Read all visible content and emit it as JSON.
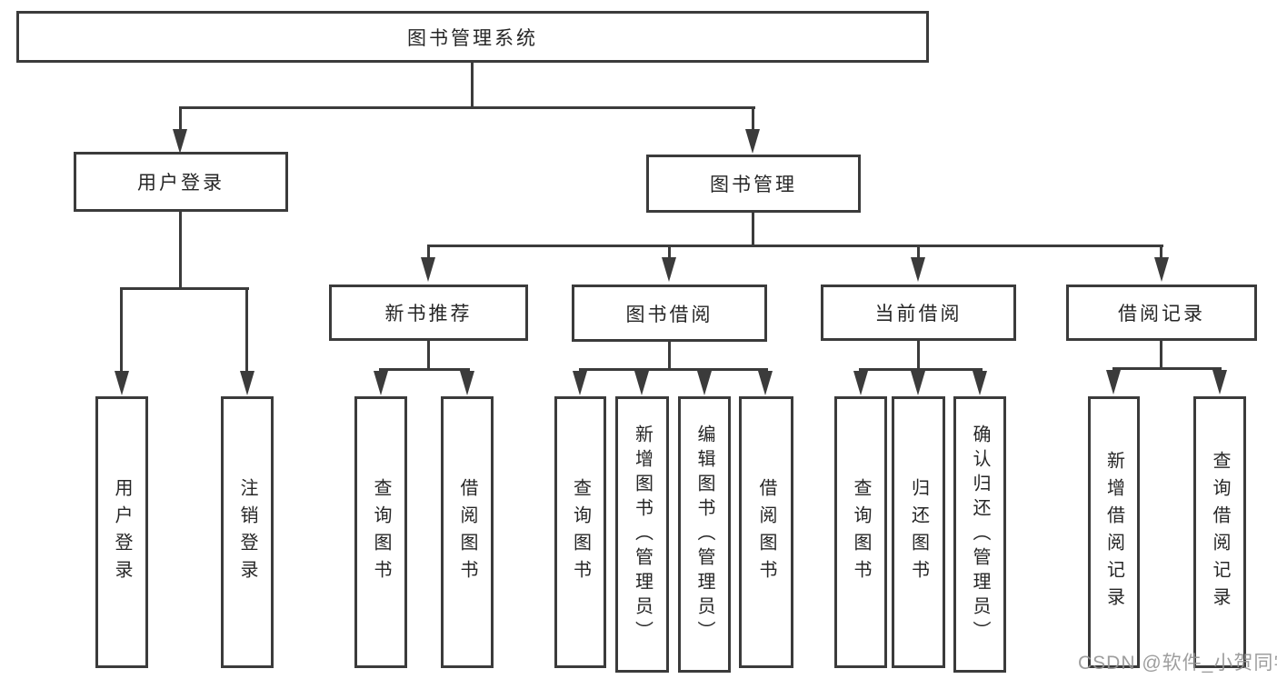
{
  "diagram": {
    "type": "tree",
    "colors": {
      "line": "#3b3b3b",
      "text": "#262626",
      "background": "#ffffff",
      "watermark": "#949494"
    },
    "nodes": {
      "root": "图书管理系统",
      "user_login": "用户登录",
      "book_management": "图书管理",
      "new_book_recommend": "新书推荐",
      "book_borrow": "图书借阅",
      "current_borrow": "当前借阅",
      "borrow_records": "借阅记录",
      "leaves": {
        "user_login": [
          "用户登录",
          "注销登录"
        ],
        "new_book_recommend": [
          "查询图书",
          "借阅图书"
        ],
        "book_borrow": [
          "查询图书",
          "新增图书（管理员）",
          "编辑图书（管理员）",
          "借阅图书"
        ],
        "current_borrow": [
          "查询图书",
          "归还图书",
          "确认归还（管理员）"
        ],
        "borrow_records": [
          "新增借阅记录",
          "查询借阅记录"
        ]
      }
    },
    "hierarchy": {
      "图书管理系统": [
        "用户登录",
        "图书管理"
      ],
      "用户登录": [
        "用户登录",
        "注销登录"
      ],
      "图书管理": [
        "新书推荐",
        "图书借阅",
        "当前借阅",
        "借阅记录"
      ],
      "新书推荐": [
        "查询图书",
        "借阅图书"
      ],
      "图书借阅": [
        "查询图书",
        "新增图书（管理员）",
        "编辑图书（管理员）",
        "借阅图书"
      ],
      "当前借阅": [
        "查询图书",
        "归还图书",
        "确认归还（管理员）"
      ],
      "借阅记录": [
        "新增借阅记录",
        "查询借阅记录"
      ]
    },
    "watermark": "CSDN @软件_小贺同学"
  }
}
